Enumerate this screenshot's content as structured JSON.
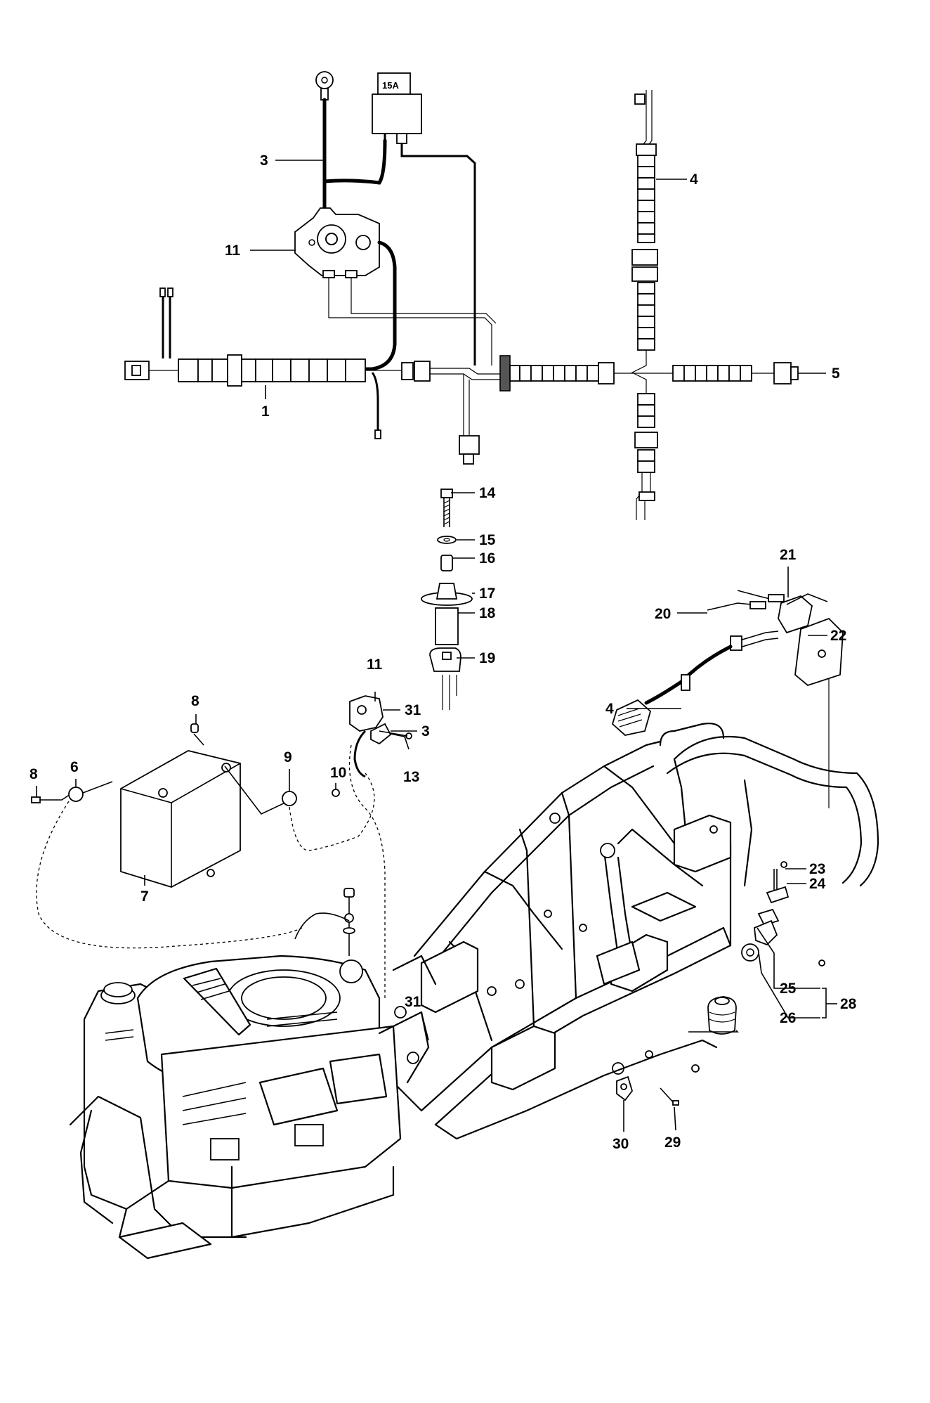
{
  "fuse": {
    "rating": "15A"
  },
  "callouts": [
    {
      "id": "c3a",
      "text": "3"
    },
    {
      "id": "c11a",
      "text": "11"
    },
    {
      "id": "c4a",
      "text": "4"
    },
    {
      "id": "c1",
      "text": "1"
    },
    {
      "id": "c5",
      "text": "5"
    },
    {
      "id": "c14",
      "text": "14"
    },
    {
      "id": "c15",
      "text": "15"
    },
    {
      "id": "c16",
      "text": "16"
    },
    {
      "id": "c17",
      "text": "17"
    },
    {
      "id": "c18",
      "text": "18"
    },
    {
      "id": "c19",
      "text": "19"
    },
    {
      "id": "c11b",
      "text": "11"
    },
    {
      "id": "c31a",
      "text": "31"
    },
    {
      "id": "c3b",
      "text": "3"
    },
    {
      "id": "c13",
      "text": "13"
    },
    {
      "id": "c8a",
      "text": "8"
    },
    {
      "id": "c8b",
      "text": "8"
    },
    {
      "id": "c6",
      "text": "6"
    },
    {
      "id": "c9",
      "text": "9"
    },
    {
      "id": "c10",
      "text": "10"
    },
    {
      "id": "c7",
      "text": "7"
    },
    {
      "id": "c21",
      "text": "21"
    },
    {
      "id": "c20",
      "text": "20"
    },
    {
      "id": "c22",
      "text": "22"
    },
    {
      "id": "c4b",
      "text": "4"
    },
    {
      "id": "c23",
      "text": "23"
    },
    {
      "id": "c24",
      "text": "24"
    },
    {
      "id": "c25",
      "text": "25"
    },
    {
      "id": "c26",
      "text": "26"
    },
    {
      "id": "c28",
      "text": "28"
    },
    {
      "id": "c31b",
      "text": "31"
    },
    {
      "id": "c30",
      "text": "30"
    },
    {
      "id": "c29",
      "text": "29"
    }
  ]
}
